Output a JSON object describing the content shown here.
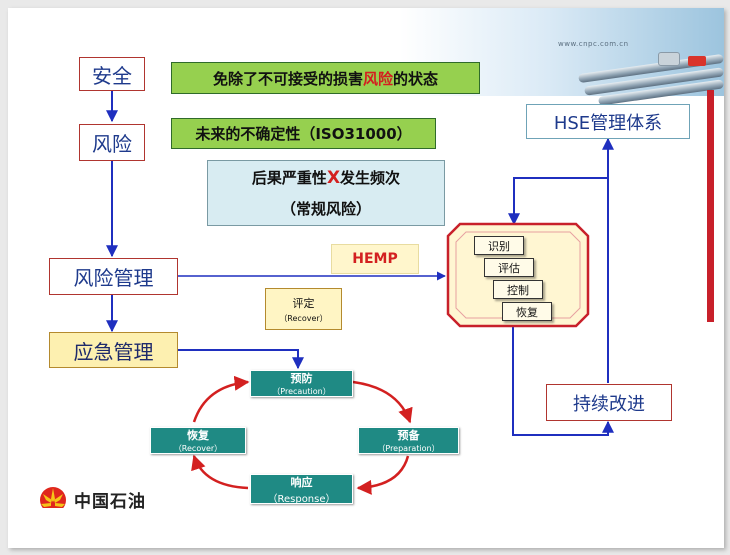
{
  "banner": {
    "url": "www.cnpc.com.cn"
  },
  "left_chain": {
    "safety": "安全",
    "risk": "风险",
    "risk_management": "风险管理",
    "emergency_management": "应急管理"
  },
  "definitions": {
    "safety_def_part1": "免除了不可接受的损害",
    "safety_def_highlight": "风险",
    "safety_def_part2": "的状态",
    "risk_def": "未来的不确定性（ISO31000）",
    "risk_formula_part1": "后果严重性",
    "risk_formula_x": "X",
    "risk_formula_part2": "发生频次",
    "risk_formula_note": "（常规风险）"
  },
  "hemp": {
    "label": "HEMP"
  },
  "evaluate": {
    "label": "评定",
    "sub": "（Recover）"
  },
  "hemp_steps": [
    "识别",
    "评估",
    "控制",
    "恢复"
  ],
  "hse": {
    "title": "HSE管理体系",
    "improve": "持续改进"
  },
  "cycle": {
    "prevention": {
      "label": "预防",
      "sub": "（Precaution）"
    },
    "preparation": {
      "label": "预备",
      "sub": "（Preparation）"
    },
    "response": {
      "label": "响应",
      "sub": "（Response）"
    },
    "recovery": {
      "label": "恢复",
      "sub": "（Recover）"
    }
  },
  "logo": {
    "text": "中国石油"
  },
  "colors": {
    "accent_red": "#c8202a",
    "arrow_blue": "#1f2fbf",
    "teal": "#1f8a84",
    "green": "#96d04f"
  }
}
